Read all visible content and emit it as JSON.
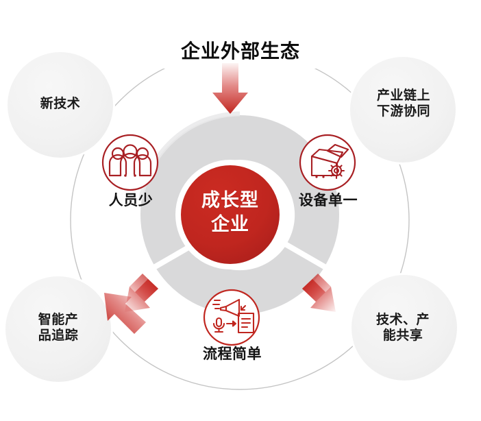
{
  "diagram": {
    "title": "企业外部生态",
    "center": {
      "label": "成长型\n企业",
      "color": "#c0261f"
    },
    "ring": {
      "segment_color": "#d9d9da",
      "gap_color": "#ffffff",
      "segments": 3
    },
    "outer_circle_color": "#c9c9c9",
    "inner_icons": [
      {
        "label": "人员少",
        "icon": "people-group-icon",
        "color": "#a81f23"
      },
      {
        "label": "设备单一",
        "icon": "box-gear-icon",
        "color": "#a81f23"
      },
      {
        "label": "流程简单",
        "icon": "megaphone-document-icon",
        "color": "#c0261f"
      }
    ],
    "outer_bubbles": [
      {
        "label": "新技术",
        "bubble_color": "#f2f2f2"
      },
      {
        "label": "产业链上\n下游协同",
        "bubble_color": "#f2f2f2"
      },
      {
        "label": "智能产\n品追踪",
        "bubble_color": "#f2f2f2"
      },
      {
        "label": "技术、产\n能共享",
        "bubble_color": "#f2f2f2"
      }
    ],
    "arrows": [
      {
        "name": "arrow-top-down",
        "direction": "down",
        "color": "#cc2a26"
      },
      {
        "name": "arrow-bottom-left-up",
        "direction": "up-right",
        "color": "#cc2a26"
      },
      {
        "name": "arrow-bottom-right-up",
        "direction": "up-left",
        "color": "#cc2a26"
      }
    ]
  }
}
